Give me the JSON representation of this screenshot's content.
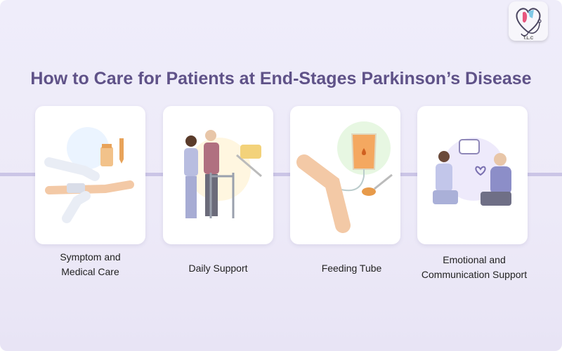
{
  "logo": {
    "text": "T.L.C",
    "name": "heart-stethoscope-logo"
  },
  "title": "How to Care for Patients at End-Stages Parkinson’s Disease",
  "steps": [
    {
      "label": "Symptom and\nMedical Care",
      "icon": "medical-care-illustration"
    },
    {
      "label": "Daily Support",
      "icon": "walker-support-illustration"
    },
    {
      "label": "Feeding Tube",
      "icon": "feeding-tube-illustration"
    },
    {
      "label": "Emotional and\nCommunication Support",
      "icon": "conversation-illustration"
    }
  ],
  "colors": {
    "title": "#5f5288",
    "background": "#eeebf9",
    "connector": "#cbc5e6",
    "card": "#ffffff"
  }
}
